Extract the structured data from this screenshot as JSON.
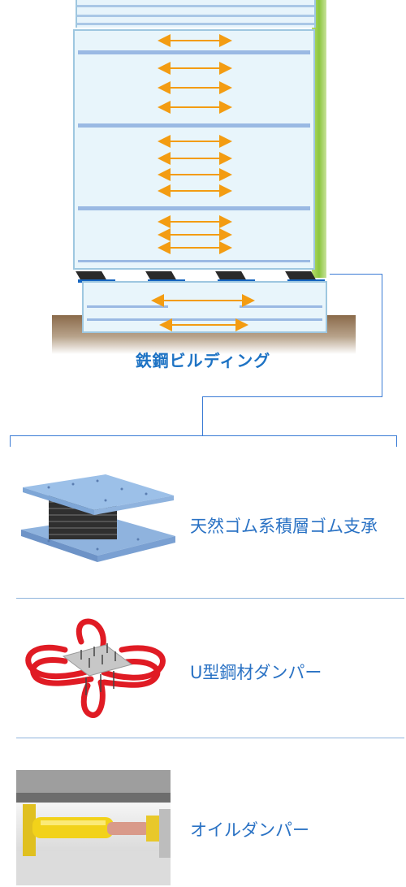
{
  "building": {
    "caption": "鉄鋼ビルディング"
  },
  "components": [
    {
      "label": "天然ゴム系積層ゴム支承",
      "icon": "laminated-rubber-bearing-icon"
    },
    {
      "label": "U型鋼材ダンパー",
      "icon": "u-shaped-steel-damper-icon"
    },
    {
      "label": "オイルダンパー",
      "icon": "oil-damper-photo"
    }
  ],
  "colors": {
    "accent_text": "#1e73c4",
    "arrow": "#f39c12",
    "floor_line": "#9ab9e3",
    "connector": "#3a7bd5",
    "bearing_plate": "#1565c0"
  }
}
